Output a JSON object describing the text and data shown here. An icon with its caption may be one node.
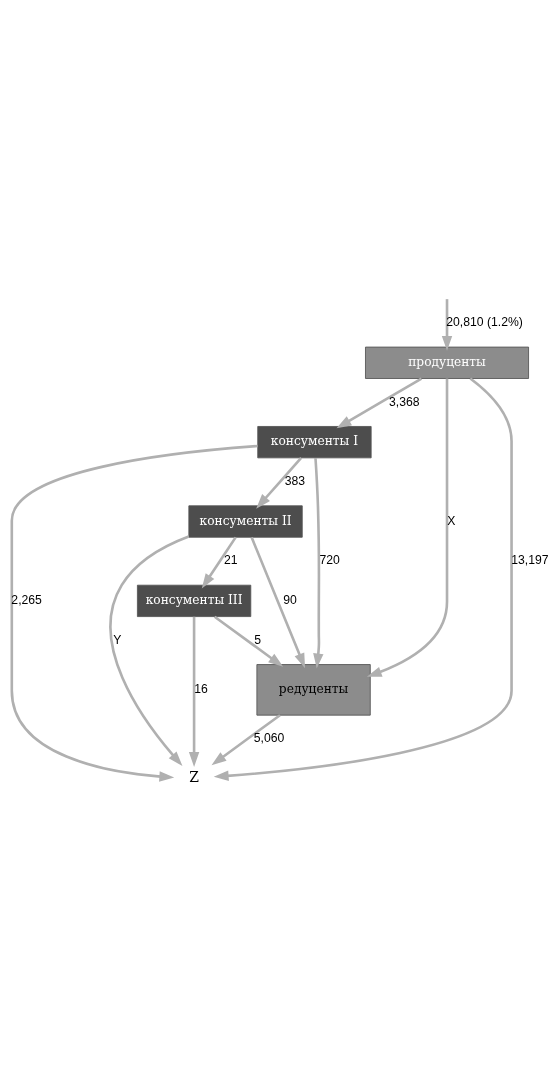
{
  "diagram": {
    "nodes": [
      {
        "text": [
          "продуценты"
        ]
      },
      {
        "text": [
          "консументы I"
        ]
      },
      {
        "text": [
          "консументы II"
        ]
      },
      {
        "text": [
          "консументы III"
        ]
      },
      {
        "text": [
          "редуценты"
        ]
      },
      {
        "text": [
          "Z"
        ]
      }
    ],
    "edges": [
      {
        "from": null,
        "to": 0,
        "arrow": "to",
        "label": "20,810 (1.2%)"
      },
      {
        "from": 0,
        "to": 1,
        "arrow": "to",
        "label": "3,368"
      },
      {
        "from": 0,
        "to": 4,
        "arrow": "to",
        "label": "X"
      },
      {
        "from": 0,
        "to": 5,
        "arrow": "to",
        "label": "13,197"
      },
      {
        "from": 1,
        "to": 2,
        "arrow": "to",
        "label": "383"
      },
      {
        "from": 1,
        "to": 4,
        "arrow": "to",
        "label": "720"
      },
      {
        "from": 1,
        "to": 5,
        "arrow": "to",
        "label": "2,265"
      },
      {
        "from": 2,
        "to": 3,
        "arrow": "to",
        "label": "21"
      },
      {
        "from": 2,
        "to": 4,
        "arrow": "to",
        "label": "90"
      },
      {
        "from": 2,
        "to": 5,
        "arrow": "to",
        "label": "Y"
      },
      {
        "from": 3,
        "to": 4,
        "arrow": "to",
        "label": "5"
      },
      {
        "from": 3,
        "to": 5,
        "arrow": "to",
        "label": "16"
      },
      {
        "from": 4,
        "to": 5,
        "arrow": "to",
        "label": "5,060"
      }
    ]
  }
}
